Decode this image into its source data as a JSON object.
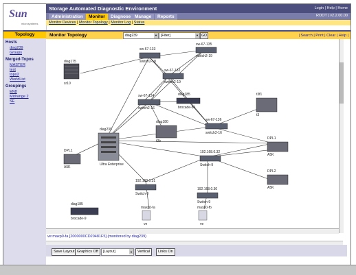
{
  "header": {
    "logo_text": "Sun",
    "logo_tagline": "microsystems",
    "app_title": "Storage Automated Diagnostic Environment",
    "top_links": "Login | Help | Home",
    "version": "ROOT | v2.2.00.00",
    "tabs": [
      {
        "label": "Administration"
      },
      {
        "label": "Monitor"
      },
      {
        "label": "Diagnose"
      },
      {
        "label": "Manage"
      },
      {
        "label": "Reports"
      }
    ],
    "active_tab": "Monitor",
    "subnav": [
      {
        "label": "Monitor Devices"
      },
      {
        "label": "Monitor Topology"
      },
      {
        "label": "Monitor Log"
      },
      {
        "label": "Status"
      }
    ]
  },
  "sidebar": {
    "title": "Topology",
    "sections": [
      {
        "label": "Hosts",
        "items": [
          {
            "label": "diag239"
          },
          {
            "label": "Groups"
          }
        ]
      },
      {
        "label": "Merged-Topos",
        "items": [
          {
            "label": "MASTER"
          },
          {
            "label": "test"
          },
          {
            "label": "topo2"
          },
          {
            "label": "WorldList"
          }
        ]
      },
      {
        "label": "Groupings",
        "items": [
          {
            "label": "EN8"
          },
          {
            "label": "Midrange 2"
          },
          {
            "label": "SE"
          }
        ]
      }
    ]
  },
  "main": {
    "title": "Monitor Topology",
    "host_select": "diag239",
    "filter_select": "[Filter]",
    "go_label": "GO",
    "tool_links": "| Search | Print | Clear | Help |",
    "status_text": "ve:maxp0-fa [2000000CD20481F5] (monitored by diag239)"
  },
  "topology": {
    "nodes": [
      {
        "label": "diag175"
      },
      {
        "label": "sr10"
      },
      {
        "label": "sw-67-133"
      },
      {
        "label": "switch2-18"
      },
      {
        "label": "sw-67-135"
      },
      {
        "label": "switch2-19"
      },
      {
        "label": "sw-67-132"
      },
      {
        "label": "switch2-19"
      },
      {
        "label": "diag185"
      },
      {
        "label": "brocade-86"
      },
      {
        "label": "sw-67-134"
      },
      {
        "label": "switch2-16"
      },
      {
        "label": "diag180"
      },
      {
        "label": "t3b"
      },
      {
        "label": "sw-67-136"
      },
      {
        "label": "switch2-16"
      },
      {
        "label": "t3f1"
      },
      {
        "label": "t3"
      },
      {
        "label": "diag239"
      },
      {
        "label": "Ultra Enterprise"
      },
      {
        "label": "DPL1"
      },
      {
        "label": "A5K"
      },
      {
        "label": "192.168.0.31"
      },
      {
        "label": "Switch-9"
      },
      {
        "label": "192.168.0.32"
      },
      {
        "label": "Switch-9"
      },
      {
        "label": "DPL1"
      },
      {
        "label": "A5K"
      },
      {
        "label": "DPL2"
      },
      {
        "label": "A5K"
      },
      {
        "label": "192.168.0.30"
      },
      {
        "label": "Switch-9"
      },
      {
        "label": "diag185"
      },
      {
        "label": "brocade-9"
      },
      {
        "label": "maxp0-fa"
      },
      {
        "label": "ve"
      },
      {
        "label": "maxp0-fb"
      },
      {
        "label": "ve"
      }
    ]
  },
  "buttons": {
    "save_layout": "Save Layout",
    "graphics_off": "Graphics Off",
    "layout_select": "[Layout]",
    "vertical": "Vertical",
    "links_on": "Links On"
  },
  "colors": {
    "header_bg": "#4c4e7e",
    "tab_active": "#ffc800",
    "sidebar_bg": "#dcdcec"
  }
}
